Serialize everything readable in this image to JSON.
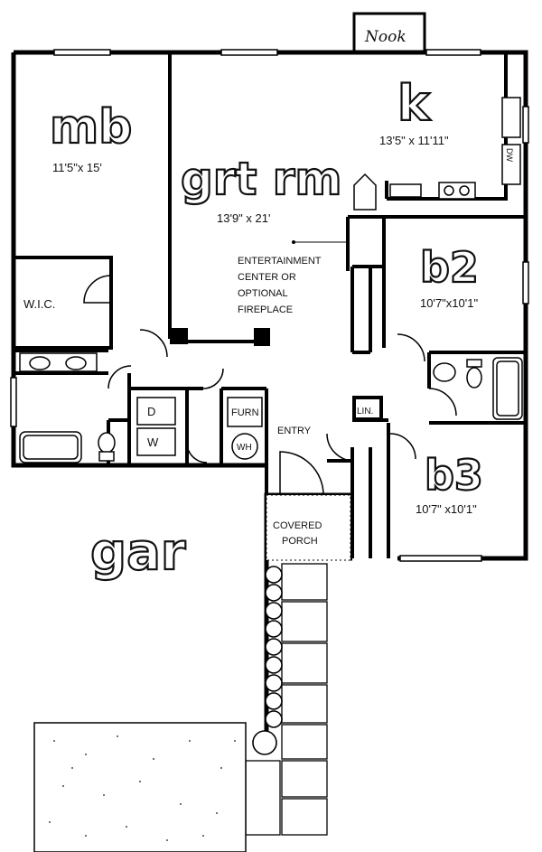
{
  "rooms": {
    "master_bedroom": {
      "label": "mb",
      "dims": "11'5\"x 15'"
    },
    "great_room": {
      "label": "grt rm",
      "dims": "13'9\" x 21'"
    },
    "kitchen": {
      "label": "k",
      "dims": "13'5\" x 11'11\""
    },
    "bedroom2": {
      "label": "b2",
      "dims": "10'7\"x10'1\""
    },
    "bedroom3": {
      "label": "b3",
      "dims": "10'7\" x10'1\""
    },
    "garage": {
      "label": "gar"
    }
  },
  "labels": {
    "nook": "Nook",
    "wic": "W.I.C.",
    "entry": "ENTRY",
    "furn": "FURN",
    "wh": "WH",
    "dryer": "D",
    "washer": "W",
    "linen": "LIN.",
    "dishwasher": "DW",
    "entertainment": [
      "ENTERTAINMENT",
      "CENTER OR",
      "OPTIONAL",
      "FIREPLACE"
    ],
    "porch": [
      "COVERED",
      "PORCH"
    ]
  },
  "colors": {
    "ink": "#000000",
    "paper": "#ffffff"
  }
}
